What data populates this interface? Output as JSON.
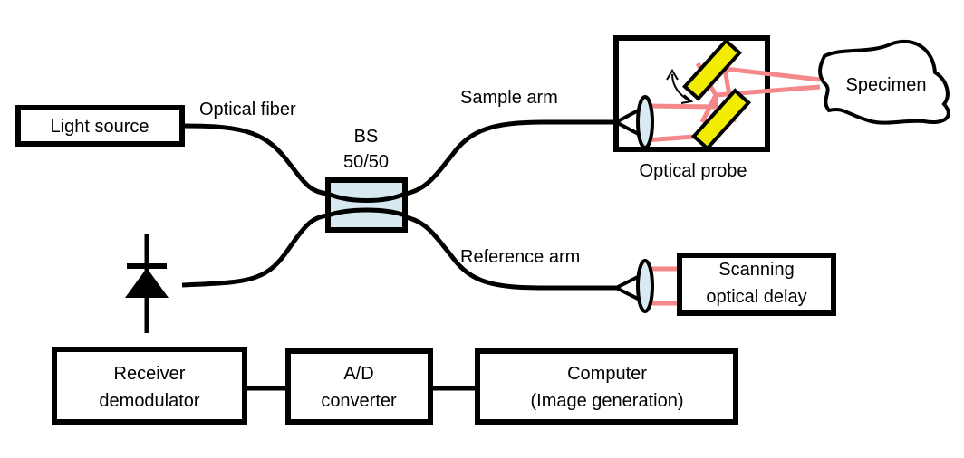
{
  "diagram": {
    "title": "OCT system schematic",
    "colors": {
      "line": "#000000",
      "beam": "#f4888a",
      "mirror": "#f2ec00",
      "coupler": "#d8e8f0",
      "lens": "#d9eaf2"
    },
    "nodes": {
      "light_source": "Light source",
      "beam_splitter": [
        "BS",
        "50/50"
      ],
      "optical_probe": "Optical probe",
      "specimen": "Specimen",
      "scanning_delay": [
        "Scanning",
        "optical delay"
      ],
      "receiver": [
        "Receiver",
        "demodulator"
      ],
      "ad_converter": [
        "A/D",
        "converter"
      ],
      "computer": [
        "Computer",
        "(Image generation)"
      ]
    },
    "labels": {
      "optical_fiber": "Optical fiber",
      "sample_arm": "Sample arm",
      "reference_arm": "Reference arm"
    },
    "icons": {
      "detector": "photodiode-icon",
      "lens": "lens-icon",
      "mirror": "mirror-icon",
      "scan": "rotation-arrow-icon"
    }
  }
}
